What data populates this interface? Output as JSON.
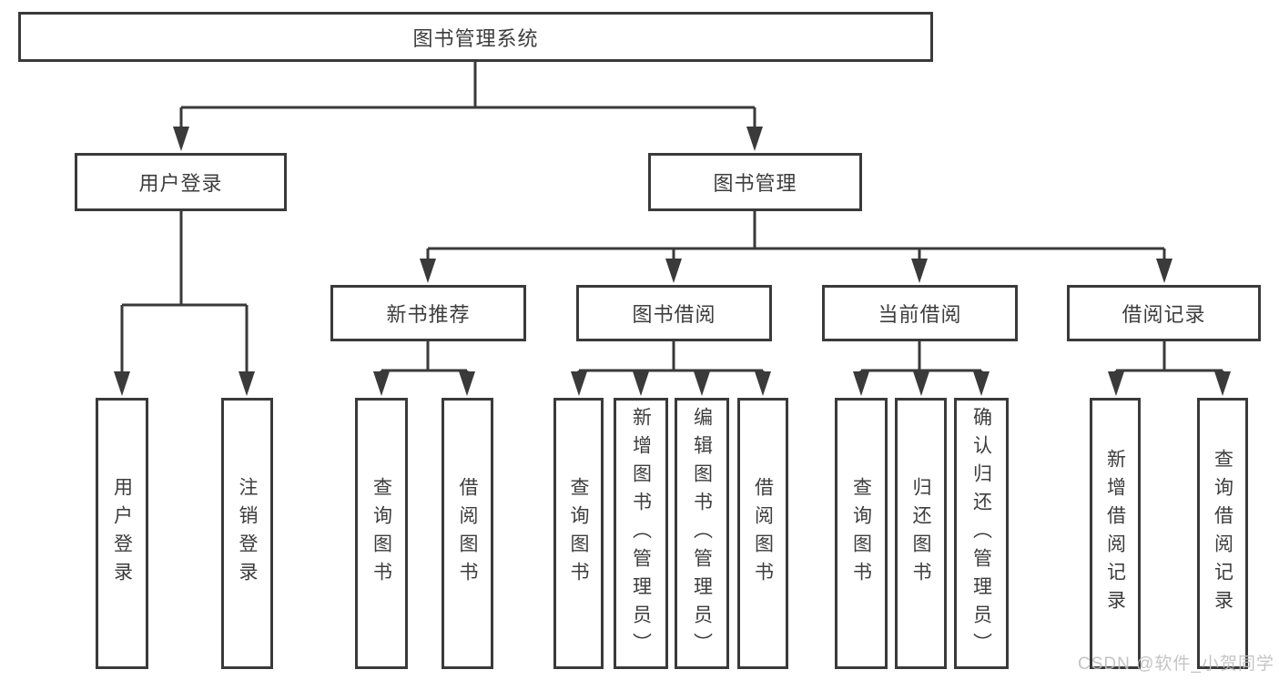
{
  "diagram": {
    "type": "hierarchy-tree",
    "nodes": {
      "root": "图书管理系统",
      "l1_user_login": "用户登录",
      "l1_book_mgmt": "图书管理",
      "l2_new_book_rec": "新书推荐",
      "l2_book_borrow": "图书借阅",
      "l2_current_borrow": "当前借阅",
      "l2_borrow_records": "借阅记录",
      "leaf_a1": "用户登录",
      "leaf_a2": "注销登录",
      "leaf_b1": "查询图书",
      "leaf_b2": "借阅图书",
      "leaf_c1": "查询图书",
      "leaf_c2": "新增图书（管理员）",
      "leaf_c3": "编辑图书（管理员）",
      "leaf_c4": "借阅图书",
      "leaf_d1": "查询图书",
      "leaf_d2": "归还图书",
      "leaf_d3": "确认归还（管理员）",
      "leaf_e1": "新增借阅记录",
      "leaf_e2": "查询借阅记录"
    },
    "edges": [
      [
        "root",
        "l1_user_login"
      ],
      [
        "root",
        "l1_book_mgmt"
      ],
      [
        "l1_user_login",
        "leaf_a1"
      ],
      [
        "l1_user_login",
        "leaf_a2"
      ],
      [
        "l1_book_mgmt",
        "l2_new_book_rec"
      ],
      [
        "l1_book_mgmt",
        "l2_book_borrow"
      ],
      [
        "l1_book_mgmt",
        "l2_current_borrow"
      ],
      [
        "l1_book_mgmt",
        "l2_borrow_records"
      ],
      [
        "l2_new_book_rec",
        "leaf_b1"
      ],
      [
        "l2_new_book_rec",
        "leaf_b2"
      ],
      [
        "l2_book_borrow",
        "leaf_c1"
      ],
      [
        "l2_book_borrow",
        "leaf_c2"
      ],
      [
        "l2_book_borrow",
        "leaf_c3"
      ],
      [
        "l2_book_borrow",
        "leaf_c4"
      ],
      [
        "l2_current_borrow",
        "leaf_d1"
      ],
      [
        "l2_current_borrow",
        "leaf_d2"
      ],
      [
        "l2_current_borrow",
        "leaf_d3"
      ],
      [
        "l2_borrow_records",
        "leaf_e1"
      ],
      [
        "l2_borrow_records",
        "leaf_e2"
      ]
    ]
  },
  "watermark": {
    "text": "CSDN @软件_小贺同学",
    "color": "#c8c8c8"
  },
  "colors": {
    "line": "#3a3a3a",
    "text": "#3d3d3d",
    "background": "#ffffff"
  }
}
